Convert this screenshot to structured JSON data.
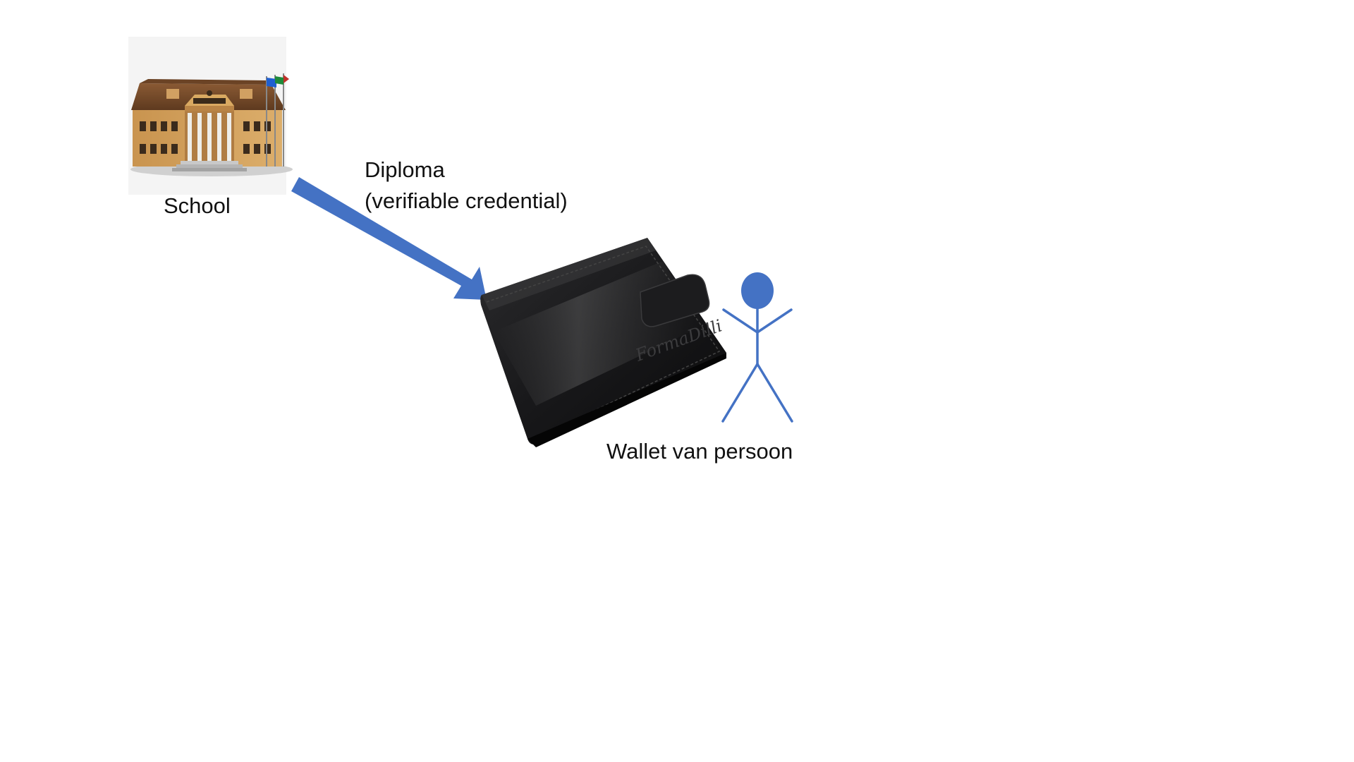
{
  "diagram": {
    "school": {
      "label": "School",
      "icon": "school-building-icon"
    },
    "arrow": {
      "line1": "Diploma",
      "line2": "(verifiable credential)",
      "color": "#4472C4"
    },
    "wallet": {
      "label": "Wallet van persoon",
      "icon": "wallet-icon",
      "emboss_text": "FormaDilli"
    },
    "person": {
      "icon": "stick-figure-icon",
      "color": "#4472C4"
    }
  }
}
